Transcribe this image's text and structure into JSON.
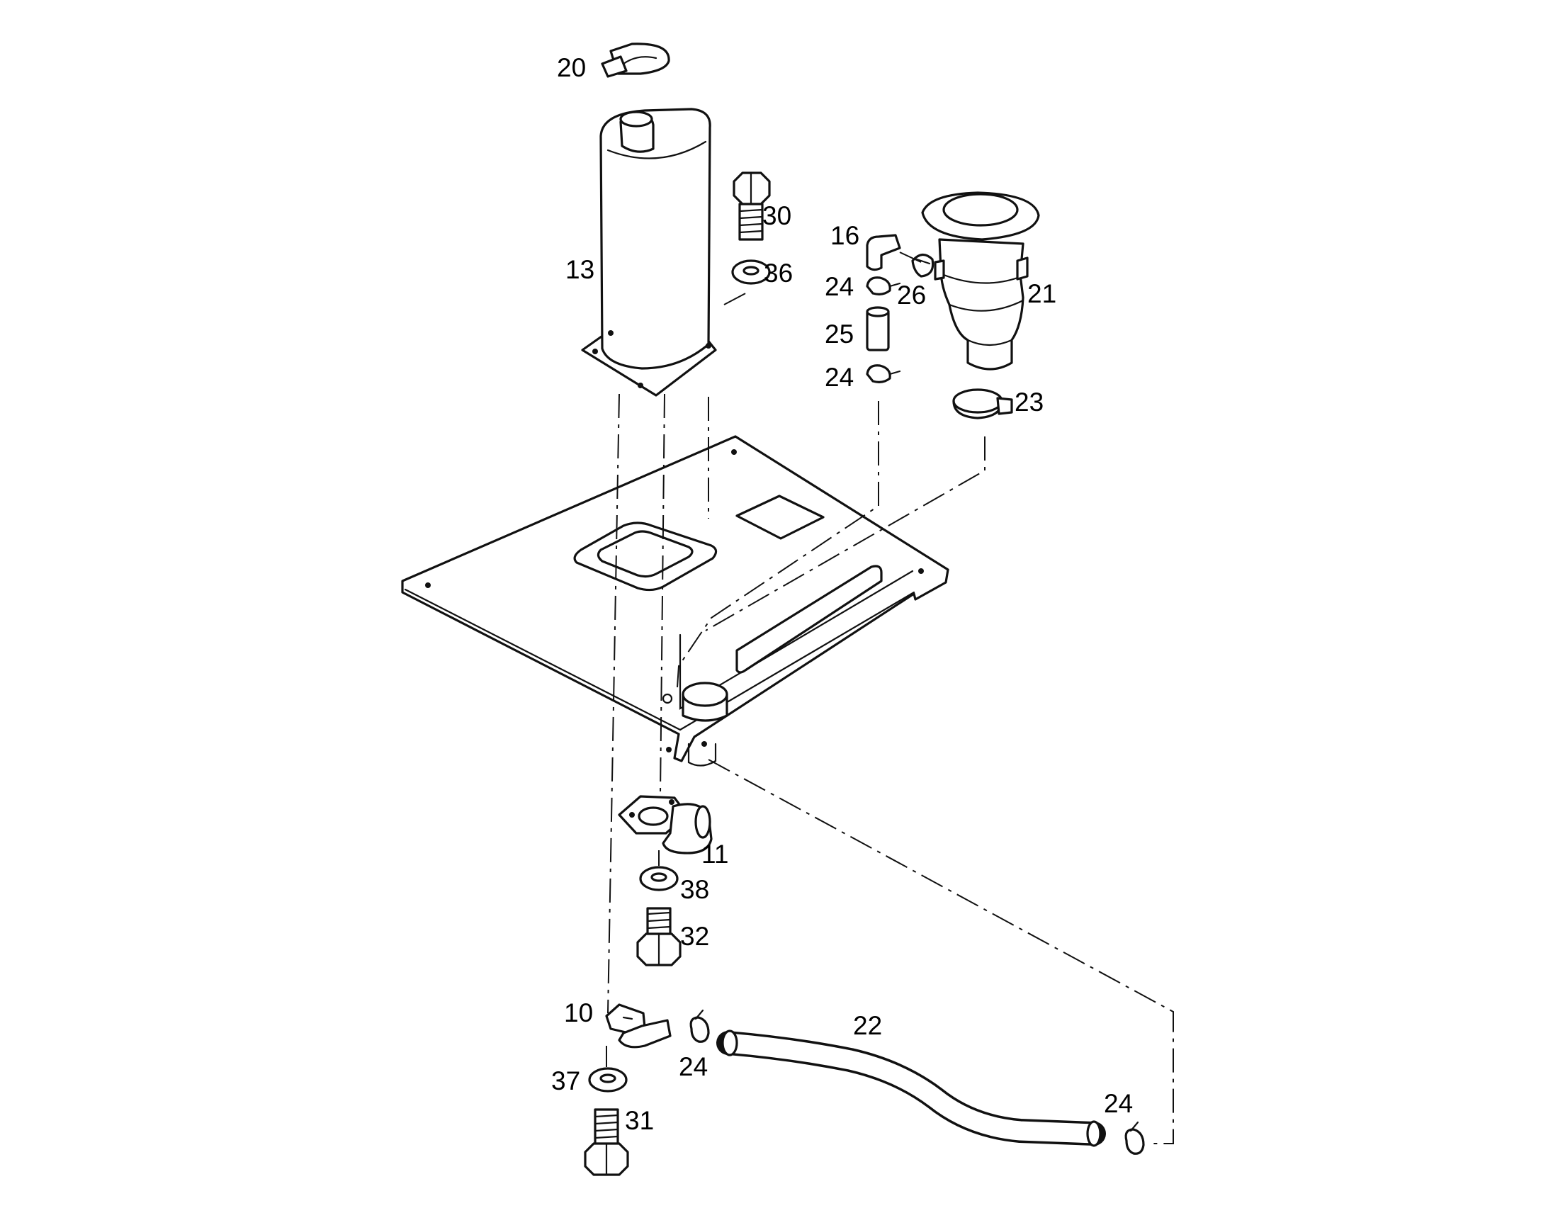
{
  "diagram": {
    "parts": {
      "p10": "10",
      "p11": "11",
      "p13": "13",
      "p16": "16",
      "p20": "20",
      "p21": "21",
      "p22": "22",
      "p23": "23",
      "p24a": "24",
      "p24b": "24",
      "p24c": "24",
      "p24d": "24",
      "p25": "25",
      "p26": "26",
      "p30": "30",
      "p31": "31",
      "p32": "32",
      "p36": "36",
      "p37": "37",
      "p38": "38"
    }
  }
}
